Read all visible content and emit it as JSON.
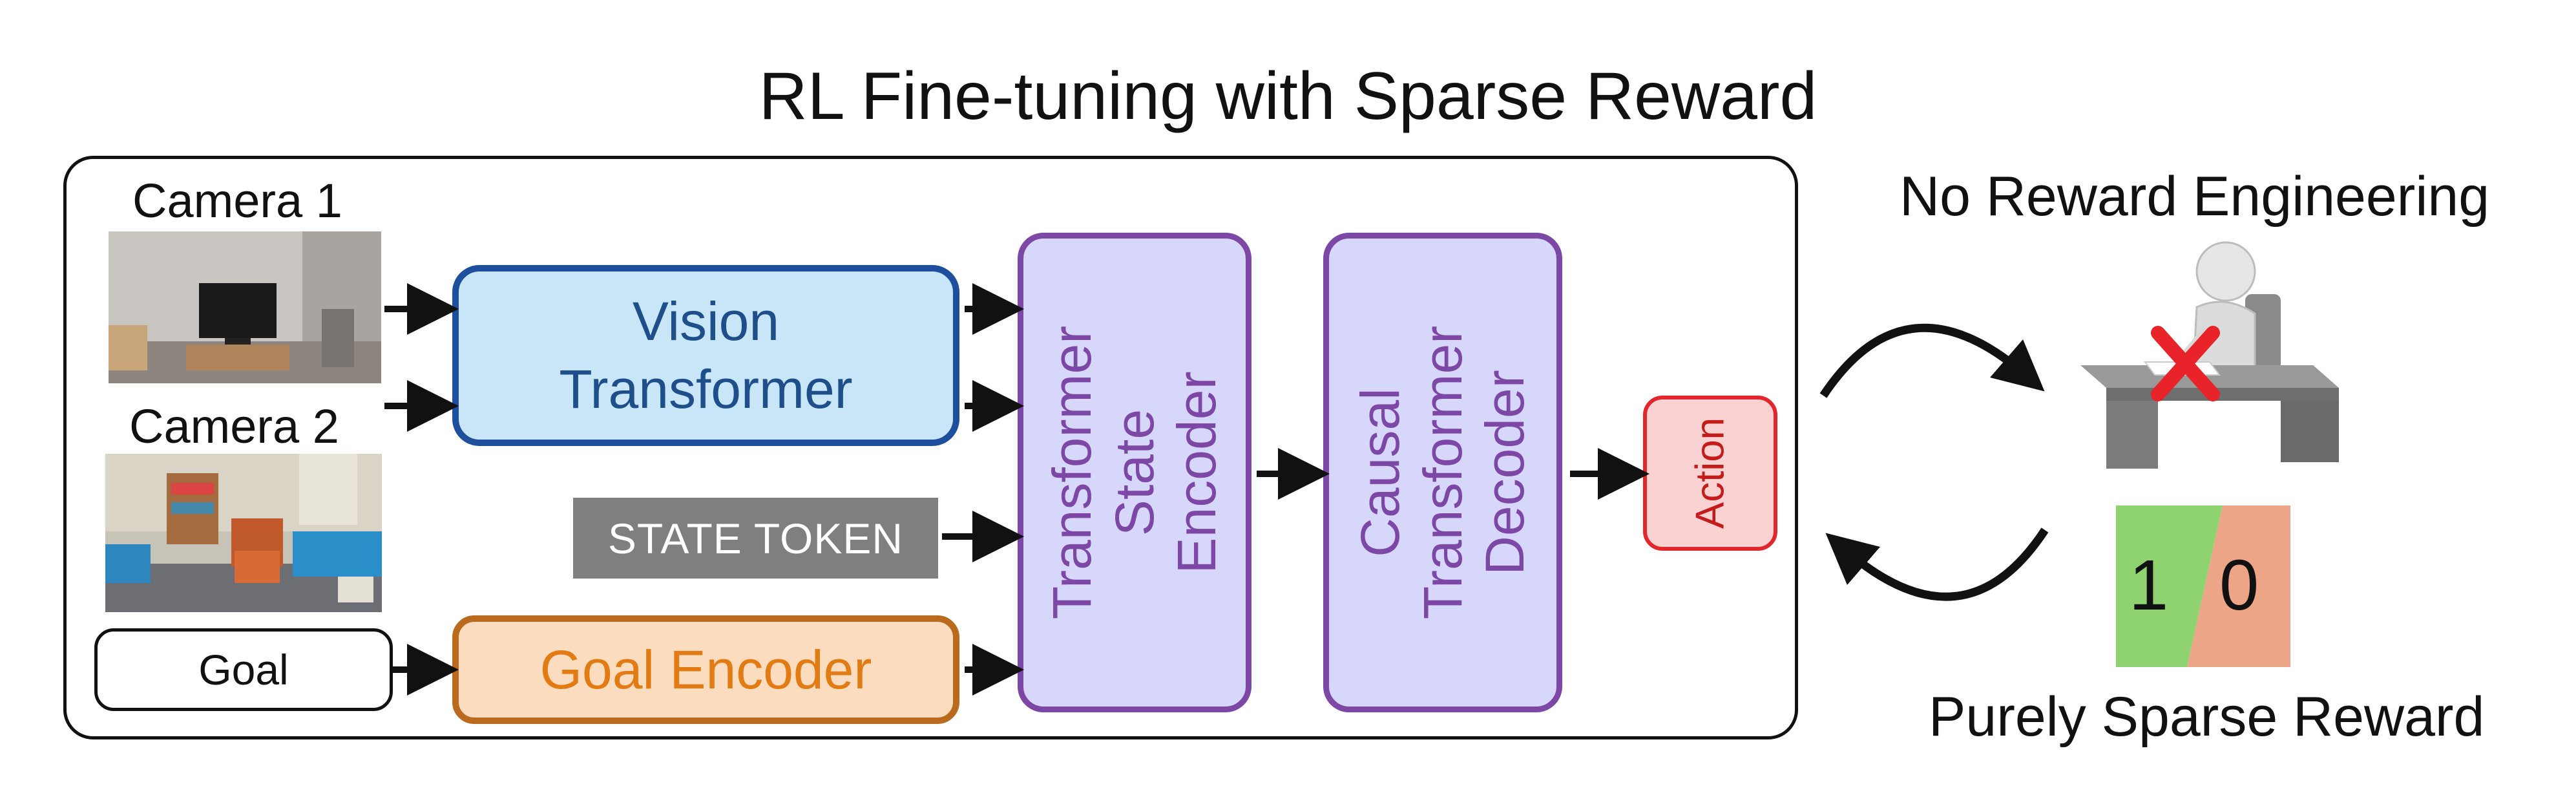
{
  "title": "RL Fine-tuning with Sparse Reward",
  "inputs": {
    "camera1_label": "Camera 1",
    "camera2_label": "Camera 2",
    "state_token": "STATE TOKEN",
    "goal": "Goal"
  },
  "modules": {
    "vision_transformer": "Vision\nTransformer",
    "goal_encoder": "Goal Encoder",
    "state_encoder": "Transformer\nState Encoder",
    "decoder": "Causal\nTransformer\nDecoder",
    "action": "Action"
  },
  "right_panel": {
    "top_label": "No Reward Engineering",
    "bottom_label": "Purely Sparse Reward",
    "reward_left": "1",
    "reward_right": "0"
  },
  "colors": {
    "vision_fill": "#c9e6f9",
    "vision_border": "#1d4f9c",
    "goal_encoder_fill": "#fbdcbf",
    "goal_encoder_border": "#b96a1e",
    "transformer_fill": "#d7d6fb",
    "transformer_border": "#7d47a6",
    "action_fill": "#fad2d2",
    "action_border": "#e2262b",
    "reward_green": "#8ed36f",
    "reward_orange": "#eda588",
    "cross_red": "#e8232a"
  }
}
